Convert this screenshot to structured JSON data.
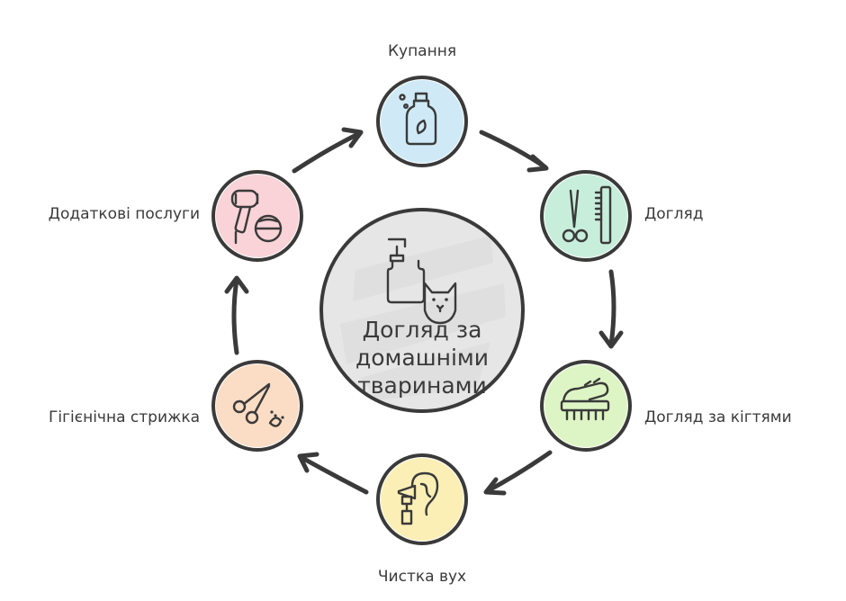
{
  "center": {
    "lines": [
      "Догляд за",
      "домашніми",
      "тваринами"
    ],
    "icon": "pet-care-icon",
    "color": "#e6e6e6"
  },
  "nodes": [
    {
      "id": "bathing",
      "label": "Купання",
      "icon": "shampoo-bottle-icon",
      "color": "#cfeaf6"
    },
    {
      "id": "grooming",
      "label": "Догляд",
      "icon": "scissors-comb-icon",
      "color": "#c7eedb"
    },
    {
      "id": "nail-care",
      "label": "Догляд за кігтями",
      "icon": "paw-brush-icon",
      "color": "#ddf5c4"
    },
    {
      "id": "ear-cleaning",
      "label": "Чистка вух",
      "icon": "ear-cleaner-icon",
      "color": "#fbefb6"
    },
    {
      "id": "hygienic-haircut",
      "label": "Гігієнічна стрижка",
      "icon": "scissors-icon",
      "color": "#fbdcc4"
    },
    {
      "id": "extra-services",
      "label": "Додаткові послуги",
      "icon": "dryer-icon",
      "color": "#f9d3d8"
    }
  ]
}
